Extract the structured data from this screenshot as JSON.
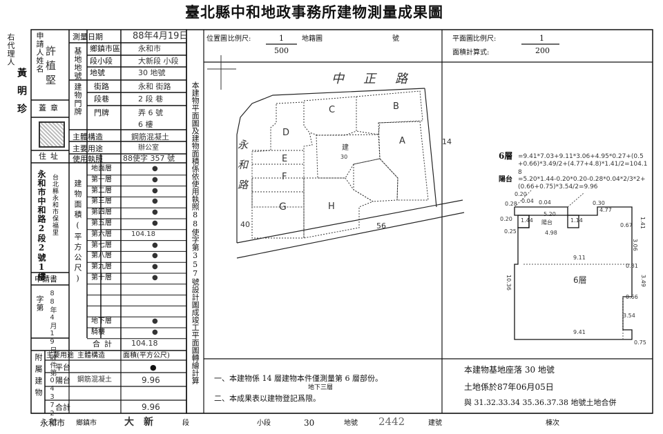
{
  "title": "臺北縣中和地政事務所建物測量成果圖",
  "left_side": {
    "vertical_label": "右代理人",
    "agent_name": "黃明珍"
  },
  "form": {
    "applicant_label": "申請人姓名",
    "applicant_name": "許植堅",
    "seal_label": "蓋章",
    "address_label": "住址",
    "address_value": "永和市中和路2段2號1樓",
    "address_note": "台北縣永和市保福里",
    "apply_label": "申請書",
    "apply_doc_label": "字第",
    "apply_doc_value": "88年4月19日收件第04372號",
    "survey_date_label": "測量日期",
    "survey_date_value": "88年4月19日",
    "base_label": "基地地號",
    "base_rows": [
      {
        "label": "鄉鎮市區",
        "value": "永和市"
      },
      {
        "label": "段小段",
        "value": "大新段 小段"
      },
      {
        "label": "地號",
        "value": "30 地號"
      }
    ],
    "door_label": "建物門牌",
    "door_rows": [
      {
        "label": "街路",
        "value": "永和 街路"
      },
      {
        "label": "段巷",
        "value": "2 段 巷"
      },
      {
        "label": "門牌",
        "value": "弄 6 號"
      },
      {
        "label": "",
        "value": "6 樓"
      }
    ],
    "structure_label": "主體構造",
    "structure_value": "鋼筋混凝土",
    "use_label": "主要用途",
    "use_value": "辦公室",
    "permit_label": "使用執照",
    "permit_value": "88使字 357 號",
    "area_label": "建物面積(平方公尺)",
    "floors": [
      {
        "name": "地面層",
        "value": "●"
      },
      {
        "name": "第一層",
        "value": "●"
      },
      {
        "name": "第二層",
        "value": "●"
      },
      {
        "name": "第三層",
        "value": "●"
      },
      {
        "name": "第四層",
        "value": "●"
      },
      {
        "name": "第五層",
        "value": "●"
      },
      {
        "name": "第六層",
        "value": "104.18"
      },
      {
        "name": "第七層",
        "value": "●"
      },
      {
        "name": "第八層",
        "value": "●"
      },
      {
        "name": "第九層",
        "value": "●"
      },
      {
        "name": "第十層",
        "value": "●"
      },
      {
        "name": "",
        "value": ""
      },
      {
        "name": "",
        "value": ""
      },
      {
        "name": "",
        "value": ""
      },
      {
        "name": "地下層",
        "value": "●"
      },
      {
        "name": "騎樓",
        "value": "●"
      }
    ],
    "total_label": "合計",
    "total_value": "104.18",
    "attached_label": "附屬建物",
    "attached_header": [
      "主要用途",
      "主體構造",
      "面積(平方公尺)"
    ],
    "attached_rows": [
      {
        "use": "平台",
        "struct": "",
        "area": "●"
      },
      {
        "use": "陽台",
        "struct": "鋼筋混凝土",
        "area": "9.96"
      }
    ],
    "attached_total_label": "合計",
    "attached_total_value": "9.96"
  },
  "middle_vertical": "本建物平面圖及建物面積係依使用執照88使字第357號設計圖成竣工平面圖轉繪計算",
  "header_right": {
    "location_label": "位置圖",
    "scale_label": "比例尺:",
    "scale_num": "1",
    "scale_den": "500",
    "cadastral_label": "地籍圖",
    "number_label": "號",
    "plan_scale_label": "平面圖比例尺:",
    "plan_scale_num": "1",
    "plan_scale_den": "200",
    "area_calc_label": "面積計算式:"
  },
  "site_map": {
    "road_label": "中正路",
    "road2_label": "永和路",
    "units": [
      "A",
      "B",
      "C",
      "D",
      "E",
      "F",
      "G",
      "H",
      "建"
    ],
    "unit_note": "30",
    "nums": [
      "14",
      "40",
      "56"
    ]
  },
  "calc": {
    "floor_label": "6層",
    "floor_formula": "=9.41*7.03+9.11*3.06+4.95*0.27+(0.5+0.66)*3.49/2+(4.77+4.8)*1.41/2=104.18",
    "balcony_label": "陽台",
    "balcony_formula": "=5.20*1.44-0.20*0.20-0.28*0.04*2/3*2+(0.66+0.75)*3.54/2=9.96"
  },
  "plan": {
    "dims": [
      "0.20",
      "0.04",
      "0.28",
      "0.04",
      "0.30",
      "4.77",
      "0.20",
      "1.44",
      "5.20",
      "1.14",
      "0.25",
      "陽台",
      "4.98",
      "0.67",
      "3.06",
      "9.11",
      "0.81",
      "10.36",
      "6層",
      "0.66",
      "3.54",
      "9.41",
      "0.75",
      "1.41",
      "3.49"
    ]
  },
  "notes": [
    "一、本建物係 14 層建物本件僅測量第 6 層部份。",
    "地下三層",
    "二、本成果表以建物登記爲限。"
  ],
  "right_note": {
    "line1": "本建物基地座落 30 地號",
    "line2": "土地係於87年06月05日",
    "line3": "與 31.32.33.34 35.36.37.38 地號土地合併"
  },
  "footer": {
    "city": "永和市",
    "city_label": "鄉鎮市",
    "section": "大新",
    "section_label": "段",
    "subsection_label": "小段",
    "lot": "30",
    "lot_label": "地號",
    "bldg_no": "2442",
    "bldg_label": "建號",
    "page_label": "棟次"
  }
}
